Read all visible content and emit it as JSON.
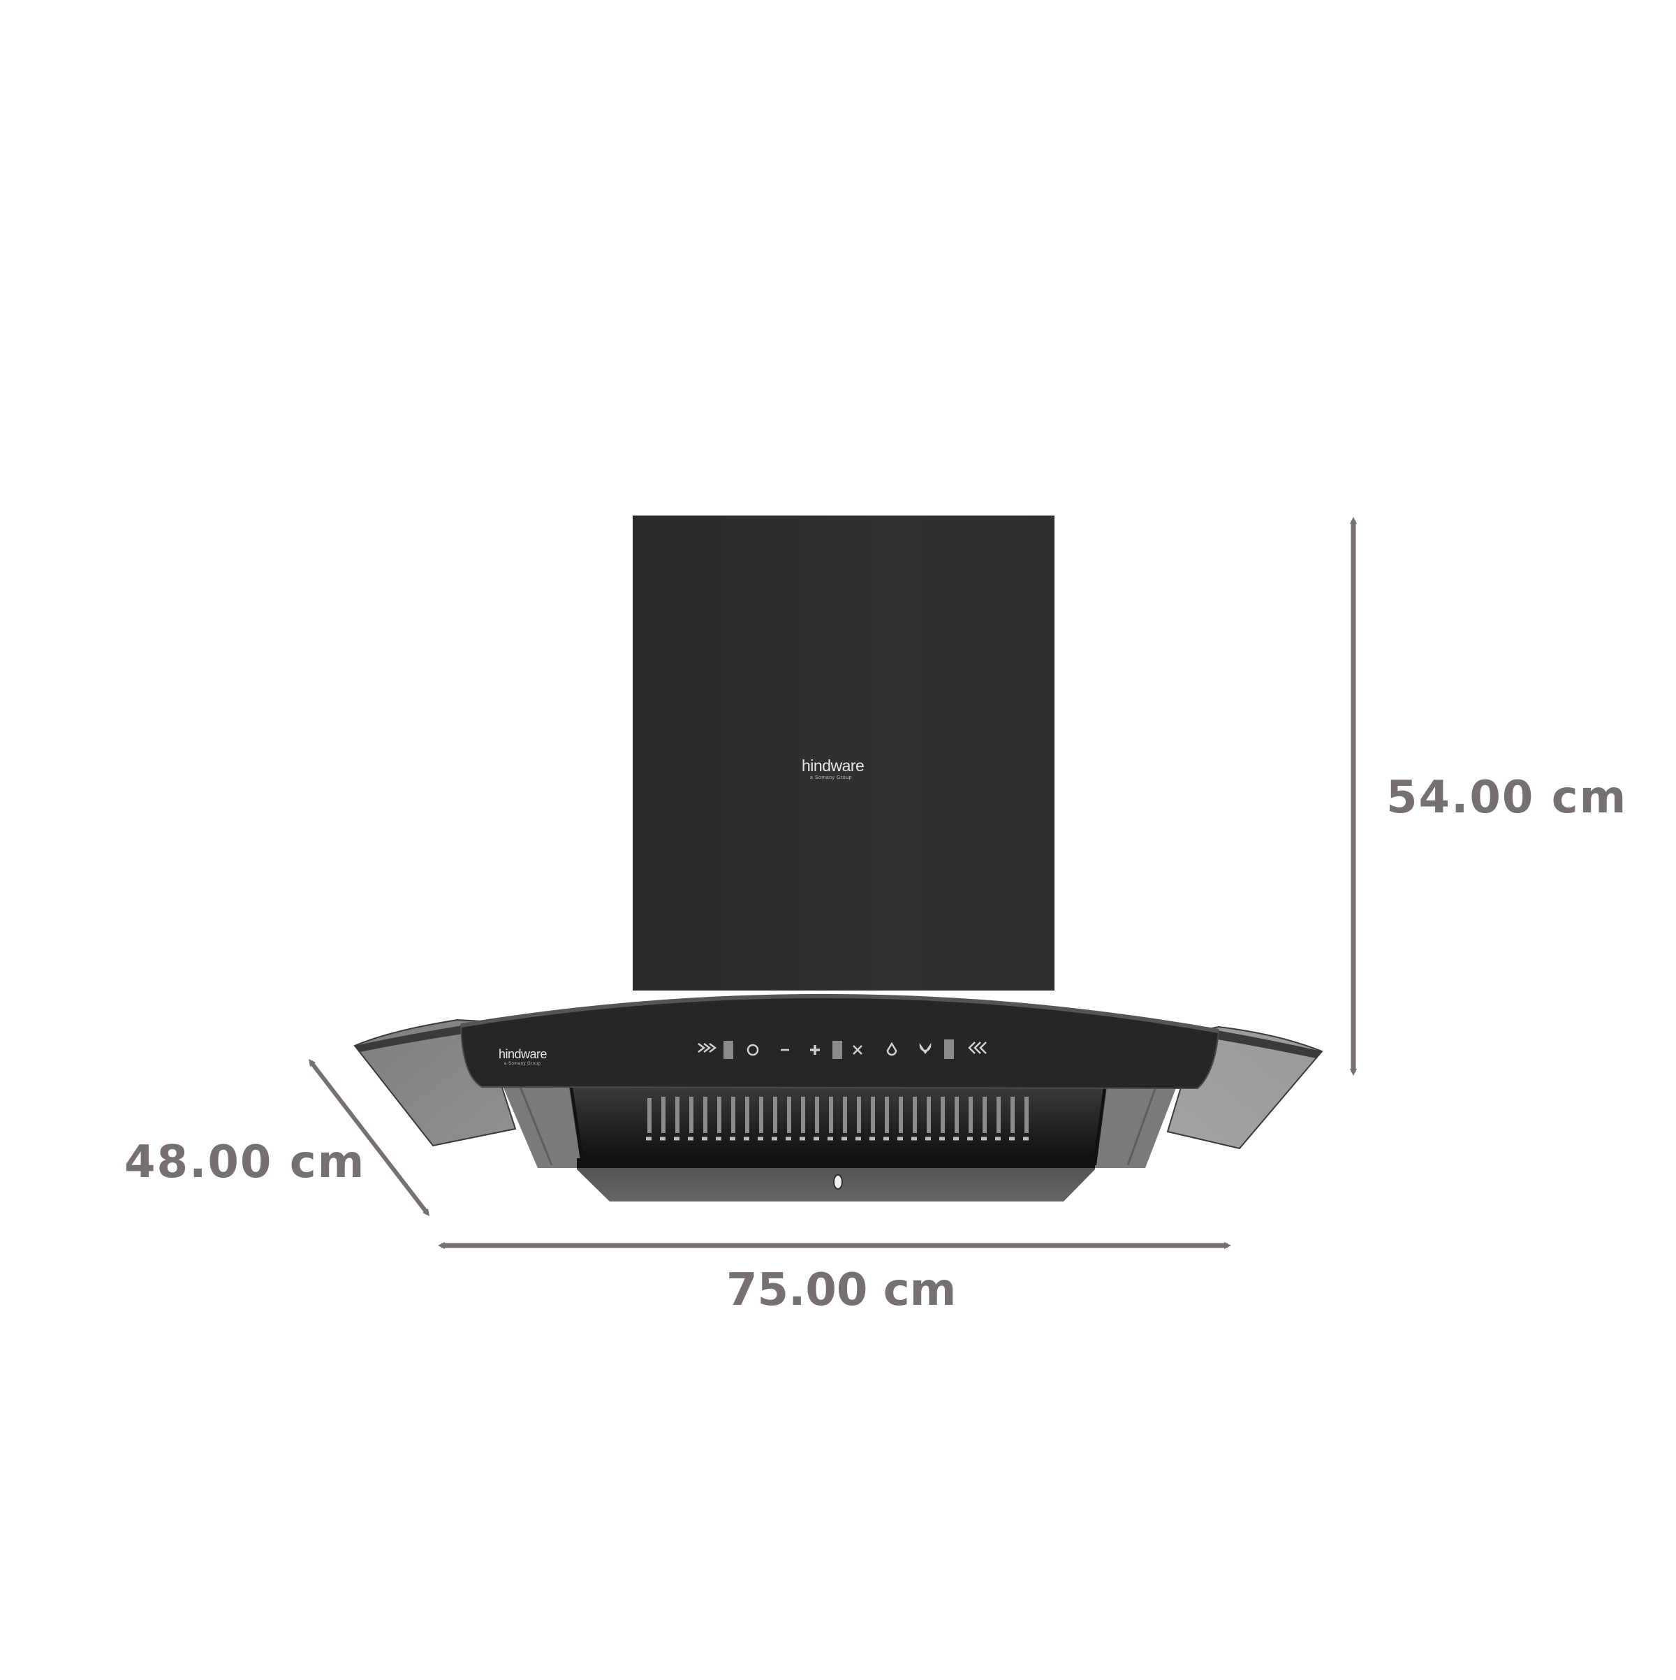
{
  "product": {
    "type": "kitchen chimney (curved glass hood)",
    "brand": "hindware",
    "brand_tagline": "a Somany Group"
  },
  "dimensions": {
    "height": {
      "label": "54.00 cm",
      "value": 54.0,
      "unit": "cm"
    },
    "depth": {
      "label": "48.00 cm",
      "value": 48.0,
      "unit": "cm"
    },
    "width": {
      "label": "75.00 cm",
      "value": 75.0,
      "unit": "cm"
    }
  },
  "control_panel": {
    "icons": [
      "speed-up-icon",
      "display-segment",
      "power-icon",
      "minus-icon",
      "plus-icon",
      "display-segment",
      "timer-icon",
      "auto-clean-icon",
      "light-icon",
      "display-segment",
      "speed-down-icon"
    ]
  },
  "colors": {
    "background": "#ffffff",
    "dimension_gray": "#767170",
    "chimney_body": "#2e2e2e",
    "glass_wing": "#8a8a8a",
    "tray": "#5a5a5a"
  }
}
